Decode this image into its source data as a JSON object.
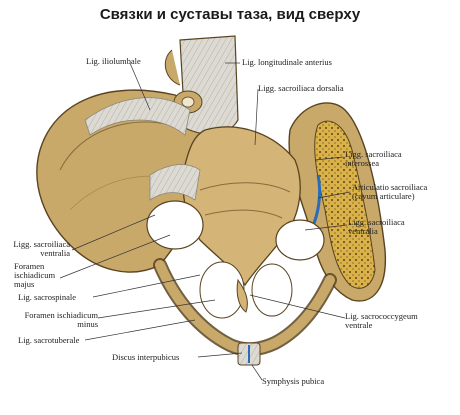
{
  "title": "Связки и суставы таза, вид сверху",
  "colors": {
    "bone": "#c9a96a",
    "bone_dark": "#8a6a3a",
    "ligament": "#d8d6cf",
    "cancellous": "#d9b24a",
    "label": "#222222"
  },
  "labels": {
    "iliolumbale": "Lig. iliolumbale",
    "longitudinale": "Lig. longitudinale anterius",
    "sacroiliaca_dorsalia": "Ligg. sacroiliaca dorsalia",
    "interossea": [
      "Ligg. sacroiliaca",
      "interossea"
    ],
    "articulatio": [
      "Articulatio sacroiliaca",
      "(cavum articulare)"
    ],
    "ventralia_right": [
      "Ligg. sacroiliaca",
      "ventralia"
    ],
    "ventralia_left": [
      "Ligg. sacroiliaca",
      "ventralia"
    ],
    "foramen_majus": [
      "Foramen",
      "ischiadicum",
      "majus"
    ],
    "sacrospinale": "Lig. sacrospinale",
    "foramen_minus": [
      "Foramen ischiadicum",
      "minus"
    ],
    "sacrotuberale": "Lig. sacrotuberale",
    "sacrococcygeum": [
      "Lig. sacrococcygeum",
      "ventrale"
    ],
    "discus": "Discus interpubicus",
    "symphysis": "Symphysis pubica"
  }
}
